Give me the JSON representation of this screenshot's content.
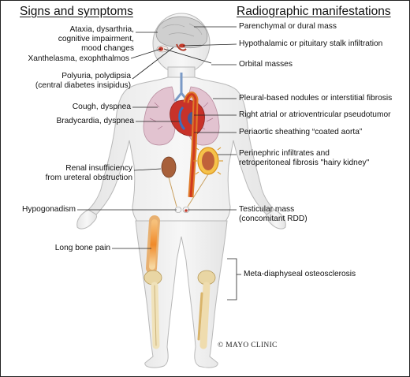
{
  "headers": {
    "left": "Signs and symptoms",
    "right": "Radiographic manifestations"
  },
  "signs": [
    {
      "id": "neuro",
      "lines": [
        "Ataxia, dysarthria,",
        "cognitive impairment,",
        "mood changes"
      ]
    },
    {
      "id": "xanth",
      "lines": [
        "Xanthelasma, exophthalmos"
      ]
    },
    {
      "id": "di",
      "lines": [
        "Polyuria, polydipsia",
        "(central diabetes insipidus)"
      ]
    },
    {
      "id": "cough",
      "lines": [
        "Cough, dyspnea"
      ]
    },
    {
      "id": "brady",
      "lines": [
        "Bradycardia, dyspnea"
      ]
    },
    {
      "id": "renal",
      "lines": [
        "Renal insufficiency",
        "from ureteral obstruction"
      ]
    },
    {
      "id": "hypog",
      "lines": [
        "Hypogonadism"
      ]
    },
    {
      "id": "bone",
      "lines": [
        "Long bone pain"
      ]
    }
  ],
  "findings": [
    {
      "id": "dural",
      "lines": [
        "Parenchymal or dural mass"
      ]
    },
    {
      "id": "stalk",
      "lines": [
        "Hypothalamic or pituitary stalk infiltration"
      ]
    },
    {
      "id": "orbit",
      "lines": [
        "Orbital masses"
      ]
    },
    {
      "id": "pleura",
      "lines": [
        "Pleural-based nodules or interstitial fibrosis"
      ]
    },
    {
      "id": "atrial",
      "lines": [
        "Right atrial or atrioventricular pseudotumor"
      ]
    },
    {
      "id": "aorta",
      "lines": [
        "Periaortic sheathing “coated aorta”"
      ]
    },
    {
      "id": "kidney",
      "lines": [
        "Perinephric infiltrates and",
        "retroperitoneal fibrosis \"hairy kidney\""
      ]
    },
    {
      "id": "testis",
      "lines": [
        "Testicular mass",
        "(concomitant RDD)"
      ]
    },
    {
      "id": "meta",
      "lines": [
        "Meta-diaphyseal osteosclerosis"
      ]
    }
  ],
  "copyright": "© MAYO CLINIC"
}
